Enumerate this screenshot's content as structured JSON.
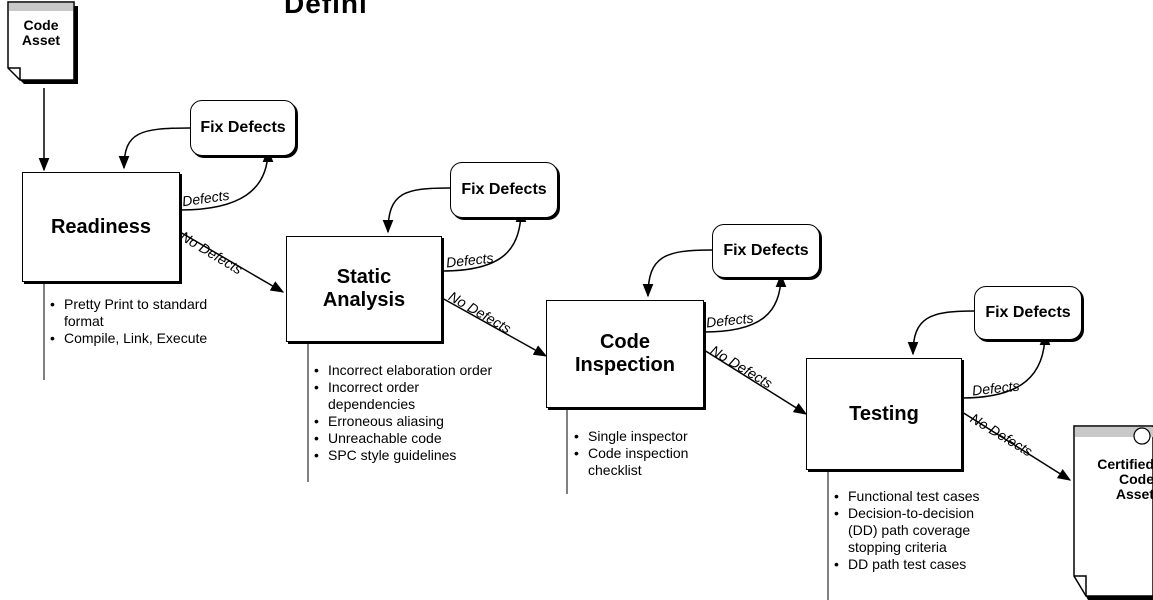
{
  "diagram": {
    "title_fragment": "Defini",
    "input_doc": {
      "line1": "Code",
      "line2": "Asset"
    },
    "output_doc": {
      "line1": "Certified",
      "line2": "Code",
      "line3": "Asset"
    },
    "stages": [
      {
        "name1": "Readiness",
        "name2": "",
        "bullets": [
          "Pretty Print to standard",
          "format",
          "Compile, Link, Execute"
        ]
      },
      {
        "name1": "Static",
        "name2": "Analysis",
        "bullets": [
          "Incorrect elaboration order",
          "Incorrect order",
          "dependencies",
          "Erroneous aliasing",
          "Unreachable code",
          "SPC style guidelines"
        ]
      },
      {
        "name1": "Code",
        "name2": "Inspection",
        "bullets": [
          "Single inspector",
          "Code inspection",
          "checklist"
        ]
      },
      {
        "name1": "Testing",
        "name2": "",
        "bullets": [
          "Functional test cases",
          "Decision-to-decision",
          "(DD) path coverage",
          "stopping criteria",
          "DD path test cases"
        ]
      }
    ],
    "fix_label": "Fix Defects",
    "defects_label": "Defects",
    "no_defects_label": "No Defects"
  }
}
